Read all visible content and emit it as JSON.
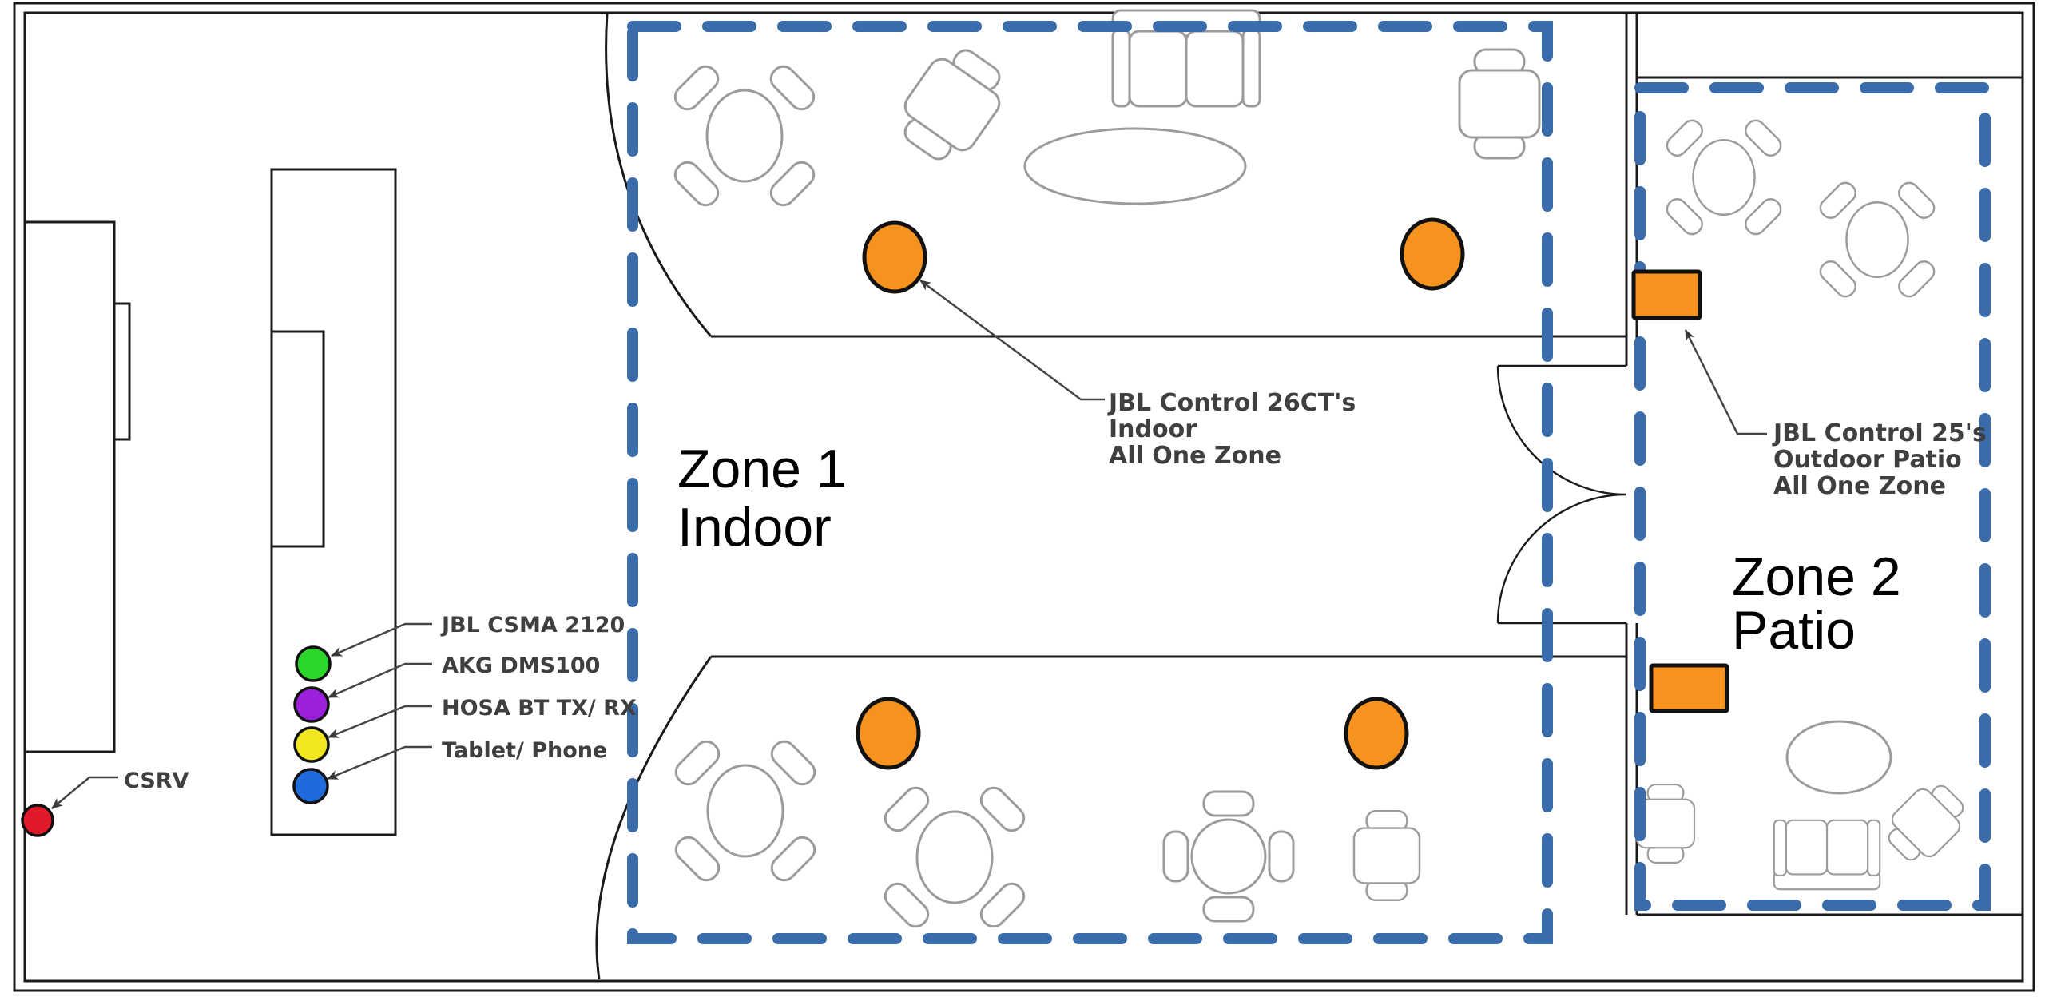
{
  "zone1": {
    "title": "Zone 1",
    "subtitle": "Indoor",
    "note": [
      "JBL Control 26CT's",
      "Indoor",
      "All One Zone"
    ],
    "speaker_count": 4
  },
  "zone2": {
    "title": "Zone 2",
    "subtitle": "Patio",
    "note": [
      "JBL Control 25's",
      "Outdoor Patio",
      "All One Zone"
    ],
    "speaker_count": 2
  },
  "legend": {
    "items": [
      {
        "label": "JBL CSMA 2120",
        "color": "#2BD62B"
      },
      {
        "label": "AKG DMS100",
        "color": "#9C20DB"
      },
      {
        "label": "HOSA BT TX/ RX",
        "color": "#F2E71E"
      },
      {
        "label": "Tablet/ Phone",
        "color": "#1F6BDE"
      }
    ],
    "csrv": {
      "label": "CSRV",
      "color": "#E0192B"
    }
  },
  "colors": {
    "zone_border": "#3A6BAB",
    "speaker": "#F6921E",
    "wall": "#1A1A1A",
    "furniture": "#9B9B9B",
    "annotation_text": "#3F3F3F"
  }
}
